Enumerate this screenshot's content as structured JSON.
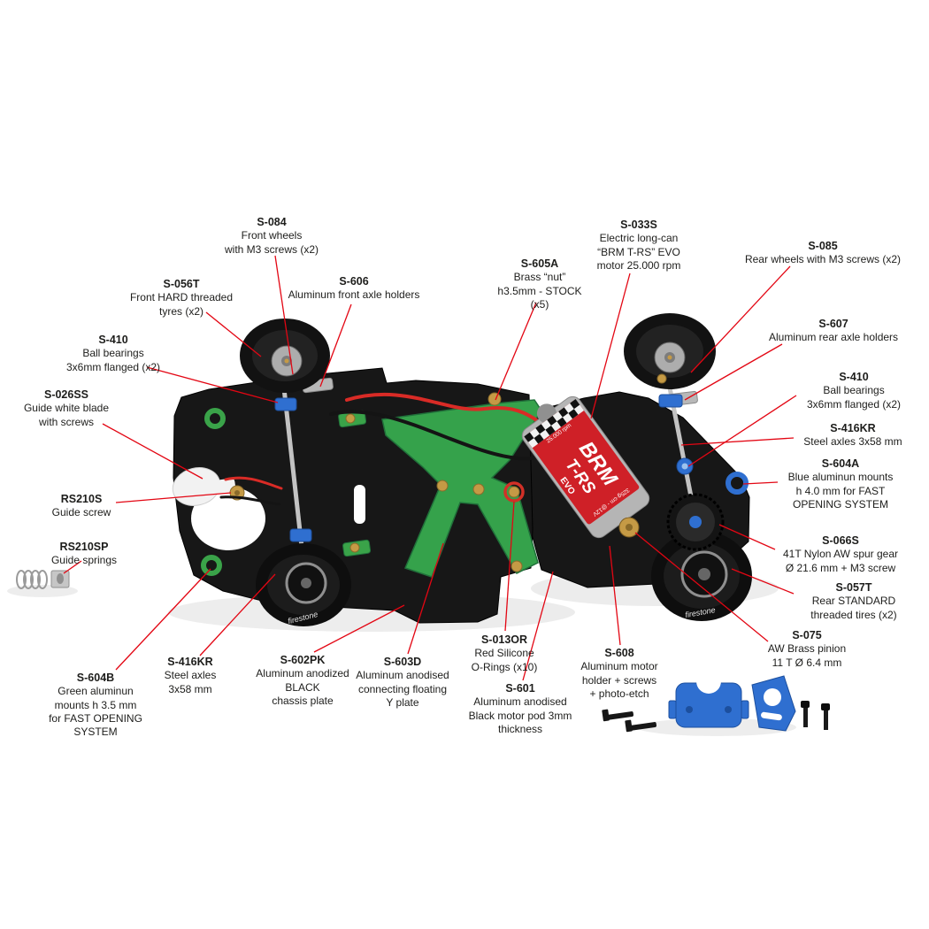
{
  "page": {
    "background": "#ffffff",
    "leader_color": "#e30613",
    "text_color": "#1d1d1b"
  },
  "artwork": {
    "motor": {
      "brand": "BRM",
      "model": "T-RS",
      "trim": "EVO",
      "side_text_top": "25.000 rpm",
      "side_text_bottom": "325g·cm - @12V"
    },
    "tire_brand": "firestone",
    "colors": {
      "chassis": "#171717",
      "y_plate_green": "#35a24b",
      "anodized_blue": "#2f6fd0",
      "brass": "#c59a45",
      "motor_red": "#cf2027",
      "oring_red": "#d23027"
    }
  },
  "labels": [
    {
      "id": "S-084",
      "desc": "Front wheels\nwith M3 screws (x2)"
    },
    {
      "id": "S-033S",
      "desc": "Electric long-can\n“BRM T-RS” EVO\nmotor 25.000 rpm"
    },
    {
      "id": "S-085",
      "desc": "Rear wheels with M3 screws (x2)"
    },
    {
      "id": "S-056T",
      "desc": "Front HARD threaded\ntyres (x2)"
    },
    {
      "id": "S-606",
      "desc": "Aluminum front axle holders"
    },
    {
      "id": "S-605A",
      "desc": "Brass “nut”\nh3.5mm - STOCK\n(x5)"
    },
    {
      "id": "S-607",
      "desc": "Aluminum rear axle holders"
    },
    {
      "id": "S-410",
      "desc": "Ball bearings\n3x6mm flanged (x2)"
    },
    {
      "id": "S-410",
      "desc": "Ball bearings\n3x6mm flanged (x2)"
    },
    {
      "id": "S-026SS",
      "desc": "Guide white blade\nwith screws"
    },
    {
      "id": "S-416KR",
      "desc": "Steel axles 3x58 mm"
    },
    {
      "id": "S-604A",
      "desc": "Blue aluminun mounts\nh 4.0 mm for FAST\nOPENING SYSTEM"
    },
    {
      "id": "RS210S",
      "desc": "Guide screw"
    },
    {
      "id": "RS210SP",
      "desc": "Guide springs"
    },
    {
      "id": "S-066S",
      "desc": "41T Nylon AW spur gear\nØ 21.6 mm + M3 screw"
    },
    {
      "id": "S-057T",
      "desc": "Rear STANDARD\nthreaded tires (x2)"
    },
    {
      "id": "S-075",
      "desc": "AW Brass pinion\n11 T Ø 6.4 mm"
    },
    {
      "id": "S-604B",
      "desc": "Green aluminun\nmounts h 3.5 mm\nfor FAST OPENING\nSYSTEM"
    },
    {
      "id": "S-416KR",
      "desc": "Steel axles\n3x58 mm"
    },
    {
      "id": "S-602PK",
      "desc": "Aluminum anodized\nBLACK\nchassis plate"
    },
    {
      "id": "S-603D",
      "desc": "Aluminum anodised\nconnecting floating\nY plate"
    },
    {
      "id": "S-013OR",
      "desc": "Red Silicone\nO-Rings (x10)"
    },
    {
      "id": "S-601",
      "desc": "Aluminum anodised\nBlack motor pod 3mm\nthickness"
    },
    {
      "id": "S-608",
      "desc": "Aluminum motor\nholder + screws\n+ photo-etch"
    }
  ]
}
